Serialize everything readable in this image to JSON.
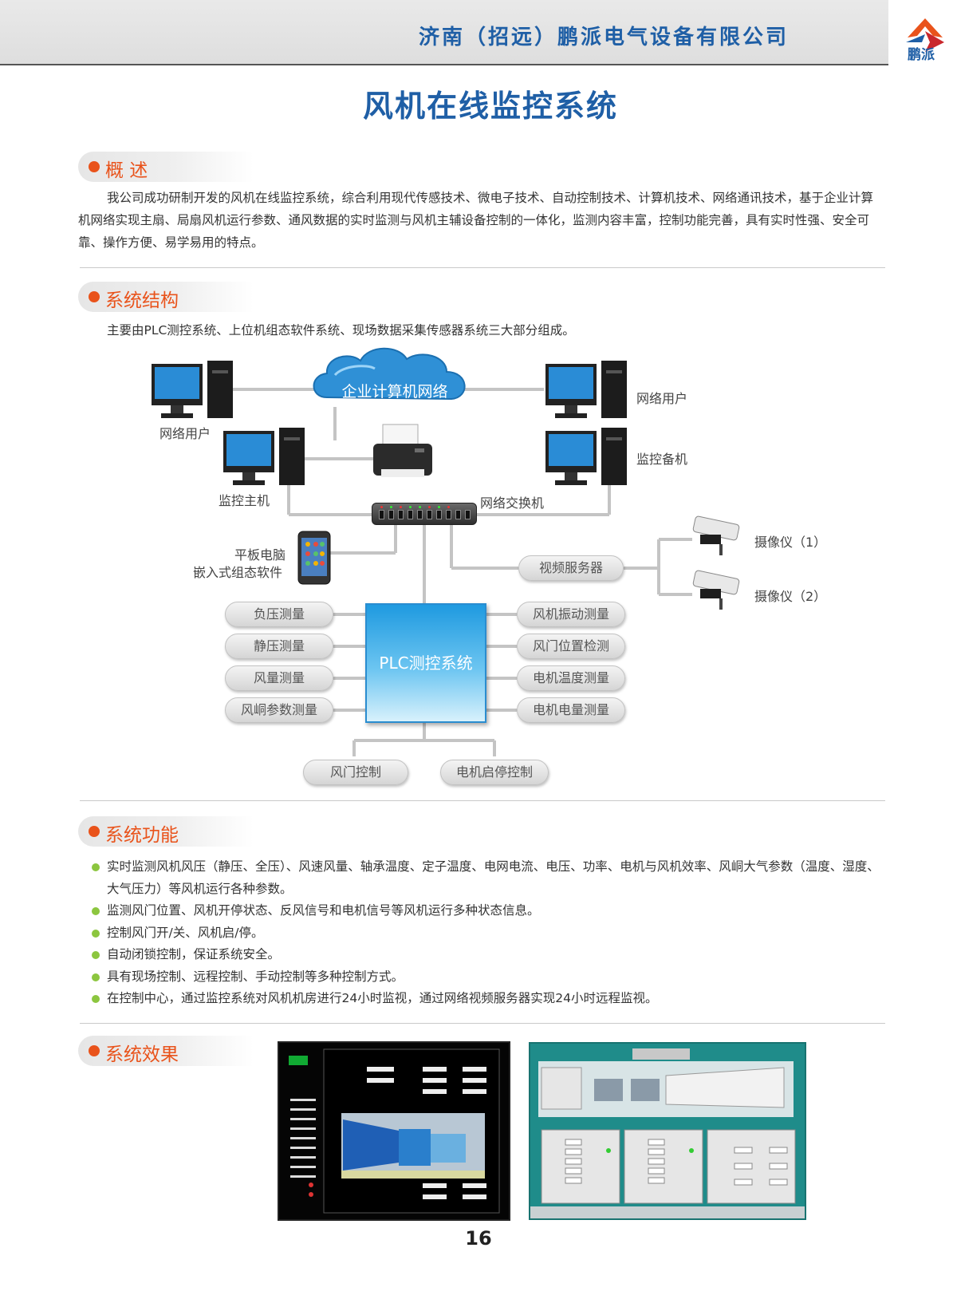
{
  "header": {
    "company": "济南（招远）鹏派电气设备有限公司",
    "logo_text": "鹏派"
  },
  "title": "风机在线监控系统",
  "overview": {
    "heading": "概 述",
    "text": "我公司成功研制开发的风机在线监控系统，综合利用现代传感技术、微电子技术、自动控制技术、计算机技术、网络通讯技术，基于企业计算机网络实现主扇、局扇风机运行参数、通风数据的实时监测与风机主辅设备控制的一体化，监测内容丰富，控制功能完善，具有实时性强、安全可靠、操作方便、易学易用的特点。"
  },
  "structure": {
    "heading": "系统结构",
    "intro": "主要由PLC测控系统、上位机组态软件系统、现场数据采集传感器系统三大部分组成。",
    "diagram": {
      "cloud": "企业计算机网络",
      "pc_labels": {
        "user_left": "网络用户",
        "user_right": "网络用户",
        "host": "监控主机",
        "backup": "监控备机"
      },
      "switch": "网络交换机",
      "tablet": [
        "平板电脑",
        "嵌入式组态软件"
      ],
      "video_server": "视频服务器",
      "cameras": [
        "摄像仪（1）",
        "摄像仪（2）"
      ],
      "plc": "PLC测控系统",
      "left_items": [
        "负压测量",
        "静压测量",
        "风量测量",
        "风峒参数测量"
      ],
      "right_items": [
        "风机振动测量",
        "风门位置检测",
        "电机温度测量",
        "电机电量测量"
      ],
      "bottom_items": [
        "风门控制",
        "电机启停控制"
      ]
    }
  },
  "functions": {
    "heading": "系统功能",
    "items": [
      "实时监测风机风压（静压、全压）、风速风量、轴承温度、定子温度、电网电流、电压、功率、电机与风机效率、风峒大气参数（温度、湿度、大气压力）等风机运行各种参数。",
      "监测风门位置、风机开停状态、反风信号和电机信号等风机运行多种状态信息。",
      "控制风门开/关、风机启/停。",
      "自动闭锁控制，保证系统安全。",
      "具有现场控制、远程控制、手动控制等多种控制方式。",
      "在控制中心，通过监控系统对风机机房进行24小时监视，通过网络视频服务器实现24小时远程监视。"
    ]
  },
  "effect": {
    "heading": "系统效果"
  },
  "page_number": "16",
  "colors": {
    "brand_blue": "#1f5fa6",
    "accent_orange": "#e9531b",
    "bullet_green": "#8cc63f",
    "plc_blue": "#1f9ae0"
  }
}
